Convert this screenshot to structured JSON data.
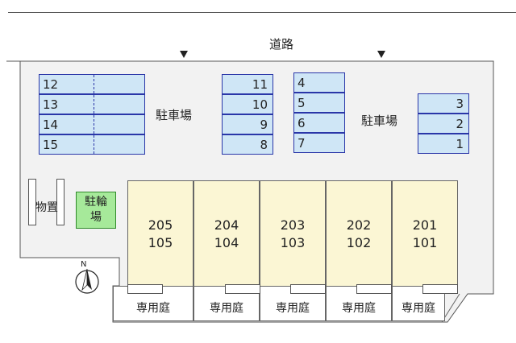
{
  "road": {
    "label": "道路"
  },
  "parking_left": {
    "spots": [
      "12",
      "13",
      "14",
      "15"
    ]
  },
  "parking_center_left": {
    "spots": [
      "11",
      "10",
      "9",
      "8"
    ]
  },
  "parking_center_right": {
    "spots": [
      "4",
      "5",
      "6",
      "7"
    ]
  },
  "parking_right": {
    "spots": [
      "3",
      "2",
      "1"
    ]
  },
  "labels": {
    "parking_a": "駐車場",
    "parking_b": "駐車場",
    "storage": "物置",
    "bike_line1": "駐輪",
    "bike_line2": "場",
    "compass_n": "N"
  },
  "units": [
    {
      "upper": "205",
      "lower": "105",
      "garden": "専用庭"
    },
    {
      "upper": "204",
      "lower": "104",
      "garden": "専用庭"
    },
    {
      "upper": "203",
      "lower": "103",
      "garden": "専用庭"
    },
    {
      "upper": "202",
      "lower": "102",
      "garden": "専用庭"
    },
    {
      "upper": "201",
      "lower": "101",
      "garden": "専用庭"
    }
  ],
  "colors": {
    "parking_fill": "#cfe6f6",
    "parking_border": "#2a36a8",
    "unit_fill": "#fbf6d4",
    "bike_fill": "#a6e99a",
    "lot_fill": "#f2f2f2"
  }
}
